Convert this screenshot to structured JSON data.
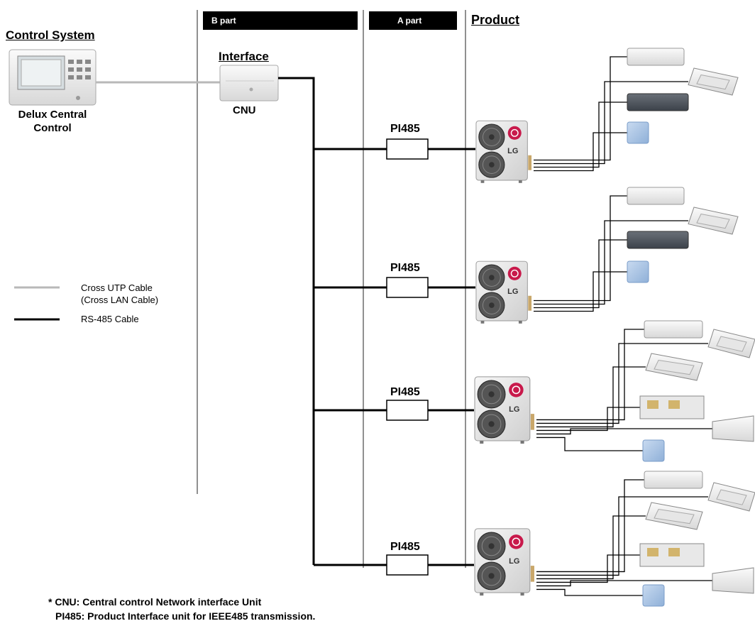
{
  "headers": {
    "control_system": "Control System",
    "b_part": "B part",
    "a_part": "A part",
    "product": "Product"
  },
  "central_control": {
    "label_line1": "Delux Central",
    "label_line2": "Control"
  },
  "interface": {
    "title": "Interface",
    "device_label": "CNU"
  },
  "pi_labels": [
    "PI485",
    "PI485",
    "PI485",
    "PI485"
  ],
  "outdoor_brand": "LG",
  "legend": {
    "cross_utp_line1": "Cross UTP Cable",
    "cross_utp_line2": "(Cross LAN Cable)",
    "rs485": "RS-485 Cable"
  },
  "footnote": {
    "line1": "* CNU: Central control Network interface Unit",
    "line2": "PI485: Product Interface unit for IEEE485 transmission."
  },
  "colors": {
    "utp_cable": "#b8b8b8",
    "rs485_cable": "#000000",
    "header_bar": "#000000",
    "indoor_blue": "#a9c4e4"
  }
}
